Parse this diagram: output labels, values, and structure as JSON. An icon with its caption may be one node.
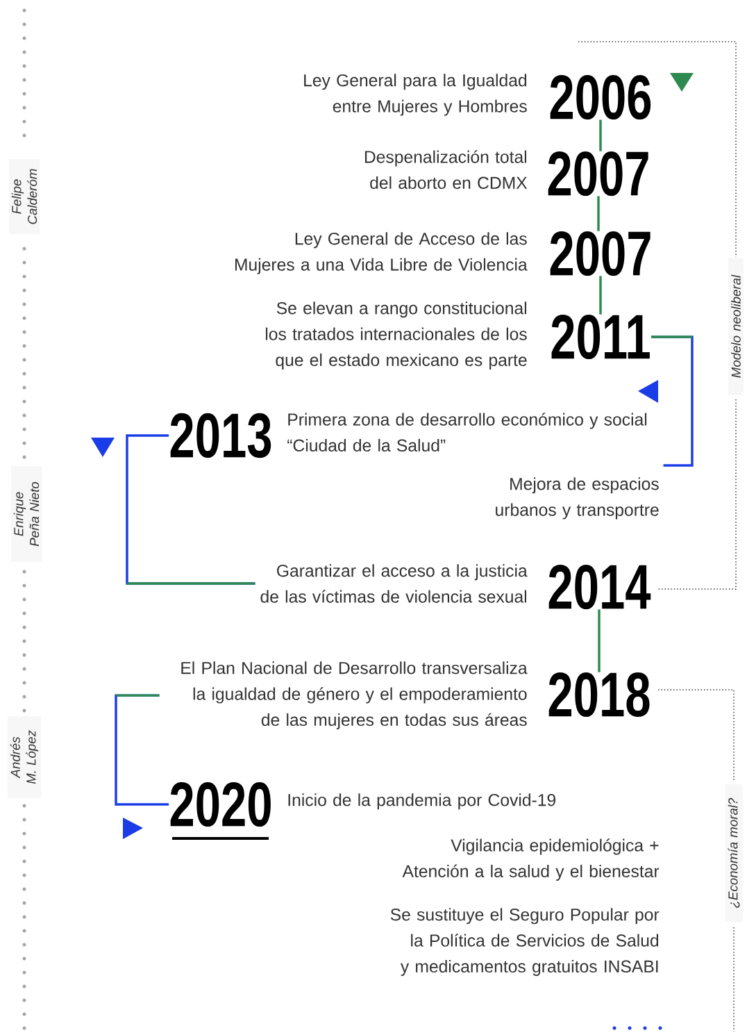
{
  "diagram": {
    "nodes": [
      {
        "text": [
          "Ley General para la Igualdad entre Mujeres y Hombres",
          "2006"
        ]
      },
      {
        "text": [
          "Despenalización total del aborto en CDMX",
          "2007"
        ]
      },
      {
        "text": [
          "Ley General de Acceso de las Mujeres a una Vida Libre de Violencia",
          "2007"
        ]
      },
      {
        "text": [
          "Se elevan a rango constitucional los tratados internacionales de los que el estado mexicano es parte",
          "2011"
        ]
      },
      {
        "text": [
          "2013",
          "Primera zona de desarrollo económico y social “Ciudad de la Salud”",
          "Mejora de espacios urbanos y transportre"
        ]
      },
      {
        "text": [
          "Garantizar el acceso a la justicia de las víctimas de violencia sexual",
          "2014"
        ]
      },
      {
        "text": [
          "El Plan Nacional de Desarrollo transversaliza la igualdad de género y el empoderamiento de las mujeres en todas sus áreas",
          "2018"
        ]
      },
      {
        "text": [
          "2020",
          "Inicio de la pandemia por Covid-19",
          "Vigilancia  epidemiológica + Atención a la salud y el bienestar",
          "Se sustituye el Seguro Popular por la Política de Servicios de Salud y medicamentos gratuitos INSABI"
        ]
      }
    ],
    "edges": [
      {
        "from": 0,
        "to": 1,
        "arrow": "none"
      },
      {
        "from": 1,
        "to": 2,
        "arrow": "none"
      },
      {
        "from": 2,
        "to": 3,
        "arrow": "none"
      },
      {
        "from": 3,
        "to": 4,
        "arrow": "none",
        "color": "#1a3de8"
      },
      {
        "from": 4,
        "to": 5,
        "arrow": "none",
        "color": "#1a3de8"
      },
      {
        "from": 5,
        "to": 6,
        "arrow": "none"
      },
      {
        "from": 6,
        "to": 7,
        "arrow": "none",
        "color": "#1a3de8"
      }
    ],
    "labels": [
      "Felipe Calderóm",
      "Enrique Peña Nieto",
      "Andrés M. López",
      "Modelo neoliberal",
      "¿Economía moral?"
    ]
  }
}
